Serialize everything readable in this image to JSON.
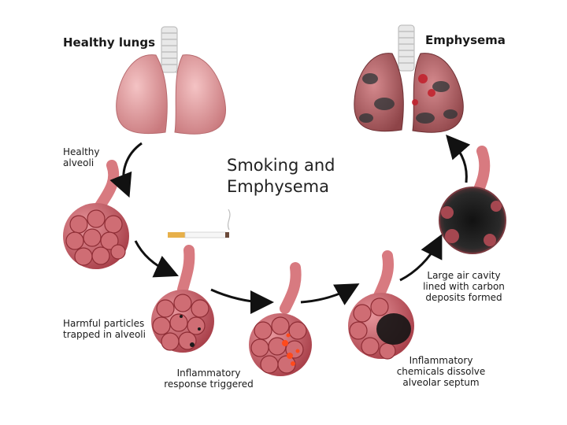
{
  "title": {
    "line1": "Smoking and",
    "line2": "Emphysema"
  },
  "labels": {
    "healthy_lungs": "Healthy lungs",
    "emphysema": "Emphysema",
    "healthy_alveoli": [
      "Healthy",
      "alveoli"
    ],
    "harmful_particles": [
      "Harmful particles",
      "trapped in alveoli"
    ],
    "inflammatory_response": [
      "Inflammatory",
      "response triggered"
    ],
    "inflammatory_chemicals": [
      "Inflammatory",
      "chemicals dissolve",
      "alveolar septum"
    ],
    "large_air_cavity": [
      "Large air cavity",
      "lined with carbon",
      "deposits formed"
    ]
  },
  "colors": {
    "lung_pink": "#e8a3a6",
    "lung_dark": "#c9797d",
    "alveoli": "#c85a63",
    "alveoli_dark": "#8e2d35",
    "carbon": "#1b1b1b",
    "inflammation": "#e53020",
    "arrow": "#111111"
  }
}
